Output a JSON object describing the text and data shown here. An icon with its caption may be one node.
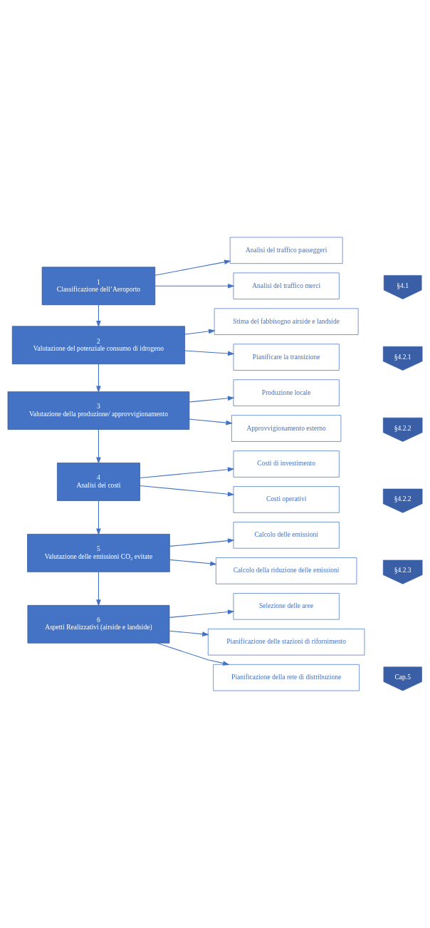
{
  "diagram": {
    "nodes": [
      {
        "text": [
          "1",
          "Classificazione dell’Aeroporto"
        ]
      },
      {
        "text": [
          "Analisi del traffico passeggeri"
        ]
      },
      {
        "text": [
          "Analisi del traffico merci"
        ]
      },
      {
        "text": [
          "§4.1"
        ]
      },
      {
        "text": [
          "2",
          "Valutazione del potenziale consumo di idrogeno"
        ]
      },
      {
        "text": [
          "Stima del fabbisogno airside e landside"
        ]
      },
      {
        "text": [
          "Pianificare la transizione"
        ]
      },
      {
        "text": [
          "§4.2.1"
        ]
      },
      {
        "text": [
          "3",
          "Valutazione della produzione/ approvvigionamento"
        ]
      },
      {
        "text": [
          "Produzione locale"
        ]
      },
      {
        "text": [
          "Approvvigionamento esterno"
        ]
      },
      {
        "text": [
          "§4.2.2"
        ]
      },
      {
        "text": [
          "4",
          "Analisi dei costi"
        ]
      },
      {
        "text": [
          "Costi di investimento"
        ]
      },
      {
        "text": [
          "Costi operativi"
        ]
      },
      {
        "text": [
          "§4.2.2"
        ]
      },
      {
        "text": [
          "5",
          "Valutazione delle emissioni CO₂ evitate"
        ]
      },
      {
        "text": [
          "Calcolo delle emissioni"
        ]
      },
      {
        "text": [
          "Calcolo della riduzione delle emissioni"
        ]
      },
      {
        "text": [
          "§4.2.3"
        ]
      },
      {
        "text": [
          "6",
          "Aspetti Realizzativi (airside e landside)"
        ]
      },
      {
        "text": [
          "Selezione delle aree"
        ]
      },
      {
        "text": [
          "Pianificazione delle stazioni di rifornimento"
        ]
      },
      {
        "text": [
          "Pianificazione della rete di distribuzione"
        ]
      },
      {
        "text": [
          "Cap.5"
        ]
      }
    ],
    "edges": [
      {
        "from": 0,
        "to": 1,
        "arrow": "to"
      },
      {
        "from": 0,
        "to": 2,
        "arrow": "to"
      },
      {
        "from": 0,
        "to": 4,
        "arrow": "to"
      },
      {
        "from": 4,
        "to": 5,
        "arrow": "to"
      },
      {
        "from": 4,
        "to": 6,
        "arrow": "to"
      },
      {
        "from": 4,
        "to": 8,
        "arrow": "to"
      },
      {
        "from": 8,
        "to": 9,
        "arrow": "to"
      },
      {
        "from": 8,
        "to": 10,
        "arrow": "to"
      },
      {
        "from": 8,
        "to": 12,
        "arrow": "to"
      },
      {
        "from": 12,
        "to": 13,
        "arrow": "to"
      },
      {
        "from": 12,
        "to": 14,
        "arrow": "to"
      },
      {
        "from": 12,
        "to": 16,
        "arrow": "to"
      },
      {
        "from": 16,
        "to": 17,
        "arrow": "to"
      },
      {
        "from": 16,
        "to": 18,
        "arrow": "to"
      },
      {
        "from": 16,
        "to": 20,
        "arrow": "to"
      },
      {
        "from": 20,
        "to": 21,
        "arrow": "to"
      },
      {
        "from": 20,
        "to": 22,
        "arrow": "to"
      },
      {
        "from": 20,
        "to": 23,
        "arrow": "to"
      }
    ]
  }
}
